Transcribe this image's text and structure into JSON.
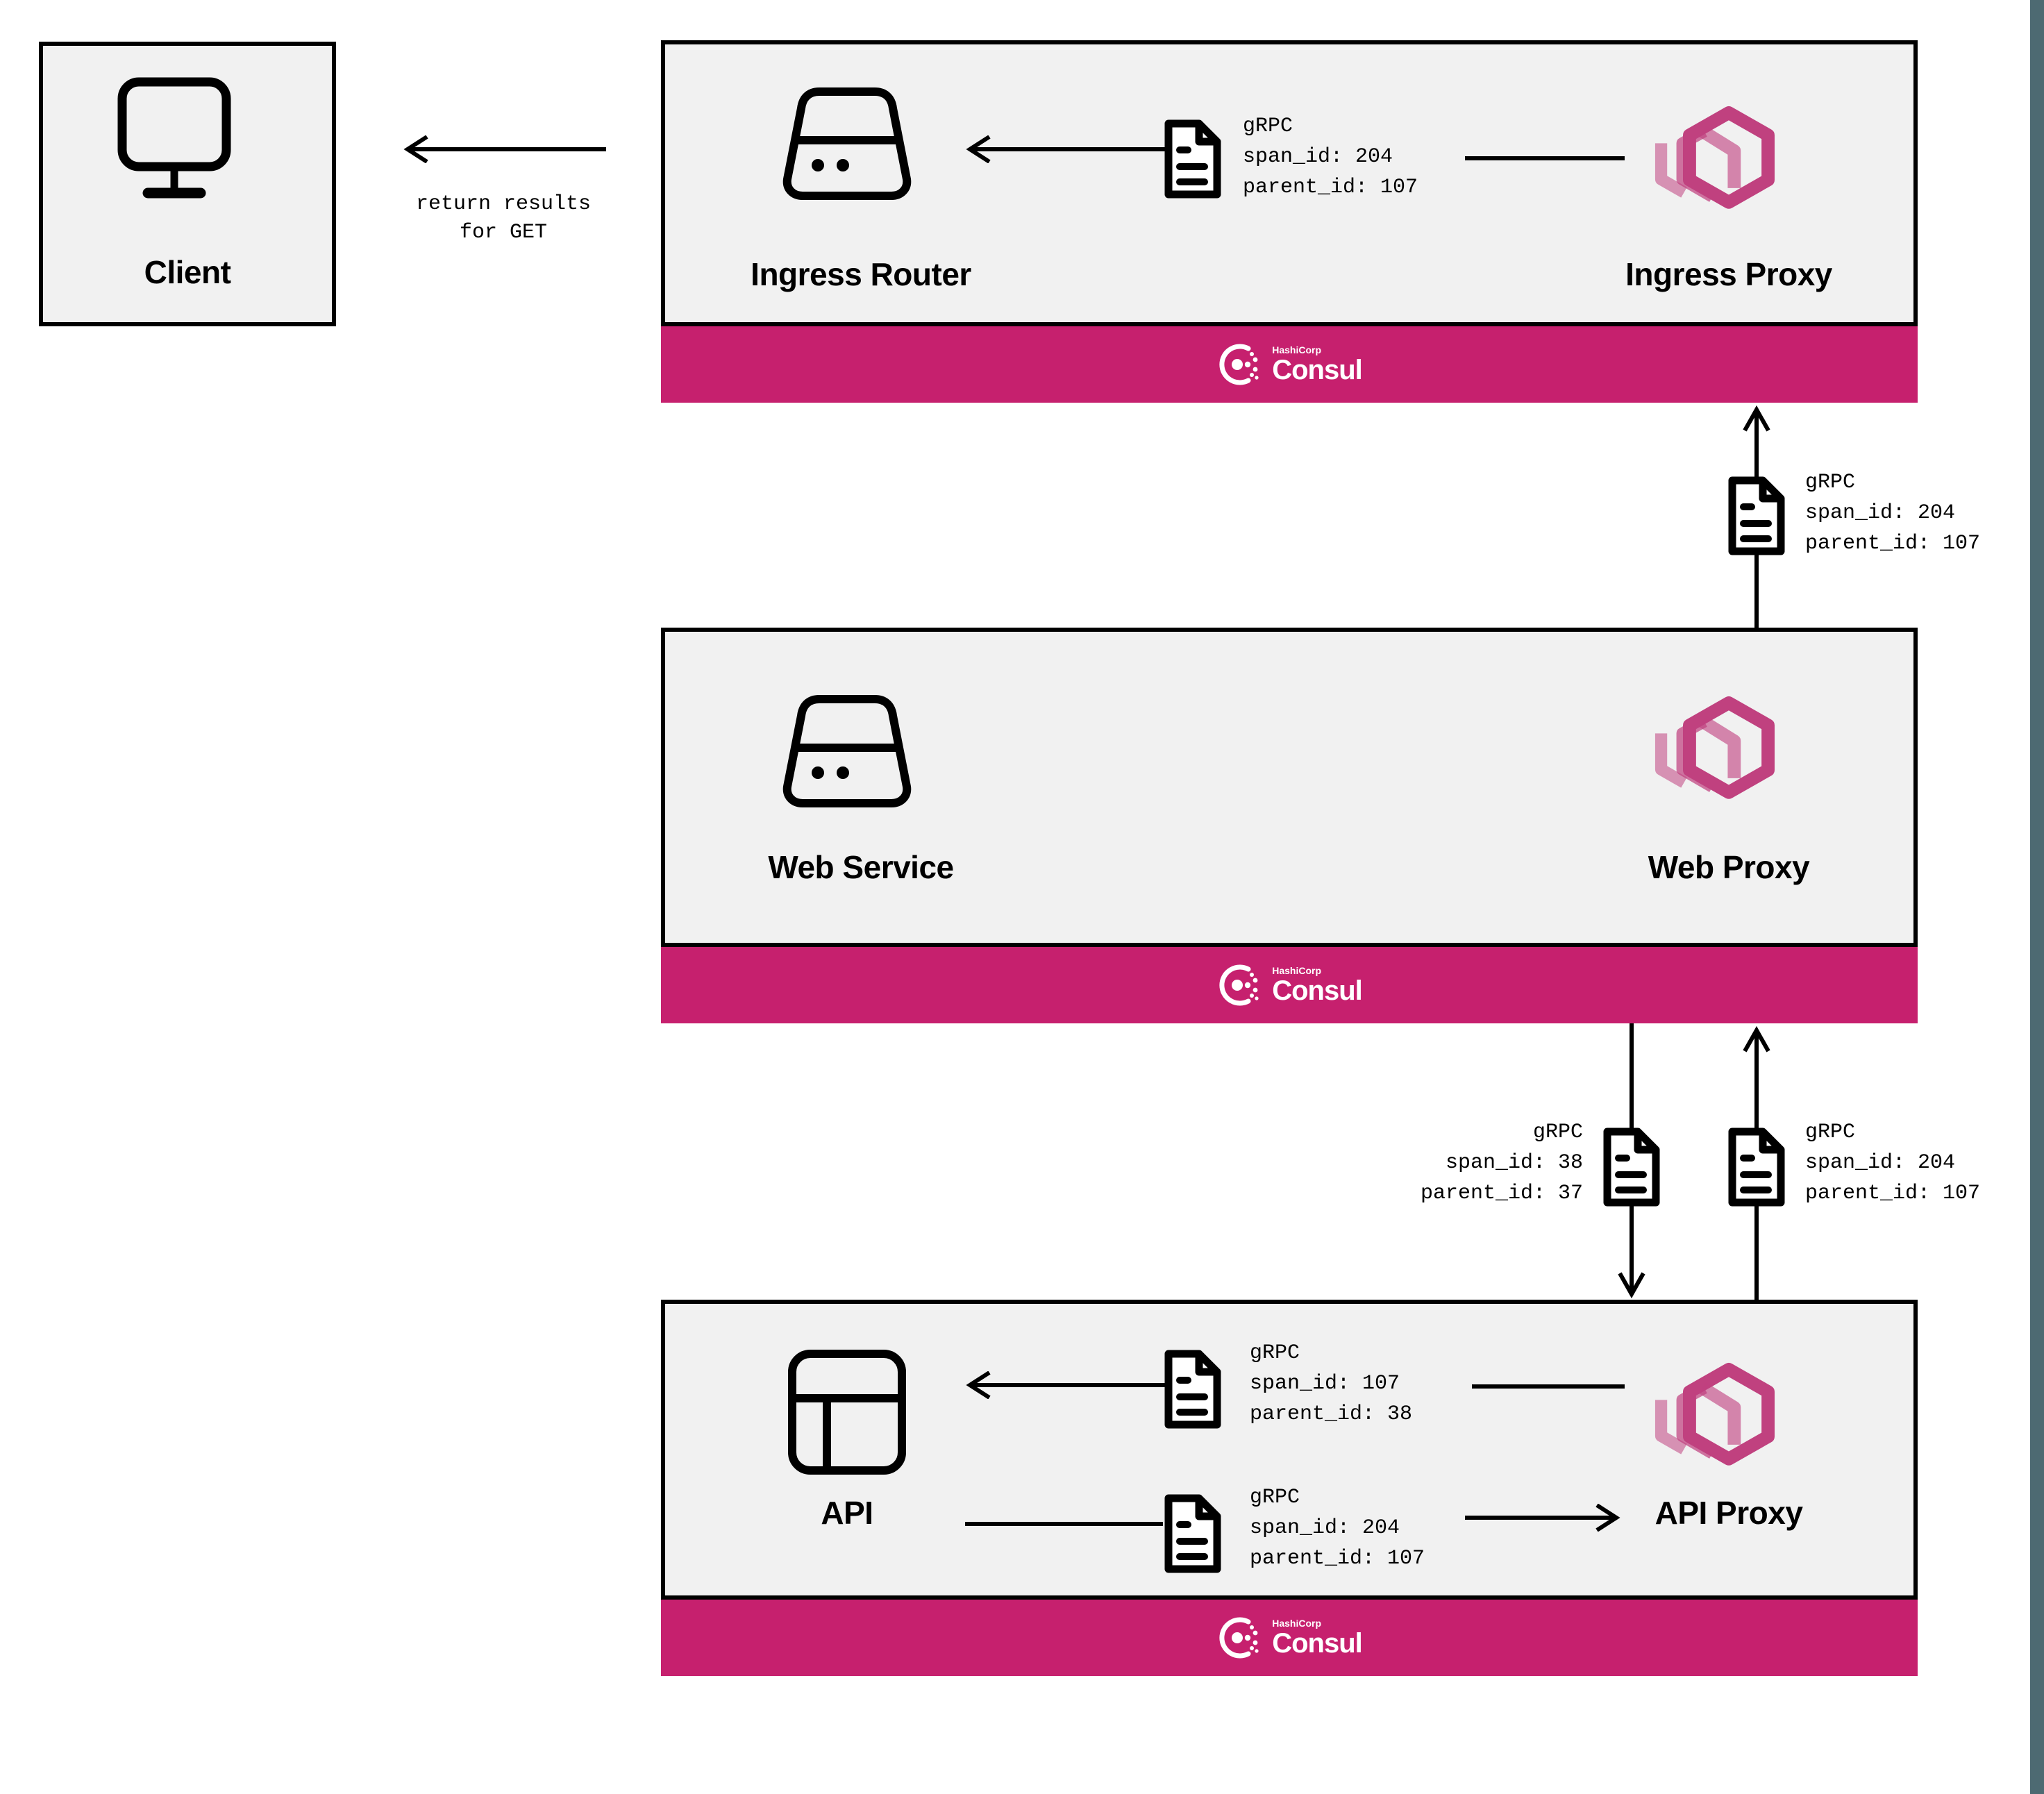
{
  "diagram": {
    "title": "Consul service mesh distributed tracing flow",
    "colors": {
      "consul_magenta": "#c6206e",
      "proxy_magenta": "#c0417f",
      "box_fill": "#f1f1f1",
      "stroke": "#000000",
      "edge_strip": "#4d6a72"
    },
    "consul_logo": {
      "vendor": "HashiCorp",
      "product": "Consul",
      "icon": "consul-logo-icon"
    }
  },
  "client": {
    "title": "Client",
    "icon": "monitor-icon"
  },
  "return_arrow": {
    "line1": "return results",
    "line2": "for GET",
    "icon": "arrow-left-icon"
  },
  "ingress": {
    "service_title": "Ingress Router",
    "service_icon": "server-icon",
    "proxy_title": "Ingress Proxy",
    "proxy_icon": "proxy-hexagons-icon",
    "trace": {
      "protocol": "gRPC",
      "span_id": "span_id: 204",
      "parent_id": "parent_id: 107",
      "icon": "document-icon",
      "arrow": "arrow-left-icon"
    }
  },
  "ingress_to_web": {
    "protocol": "gRPC",
    "span_id": "span_id: 204",
    "parent_id": "parent_id: 107",
    "icon": "document-icon",
    "arrow": "arrow-up-icon"
  },
  "web": {
    "service_title": "Web Service",
    "service_icon": "server-icon",
    "proxy_title": "Web Proxy",
    "proxy_icon": "proxy-hexagons-icon"
  },
  "web_to_api": {
    "protocol": "gRPC",
    "span_id": "span_id: 38",
    "parent_id": "parent_id: 37",
    "icon": "document-icon",
    "arrow": "arrow-down-icon"
  },
  "api_to_web": {
    "protocol": "gRPC",
    "span_id": "span_id: 204",
    "parent_id": "parent_id: 107",
    "icon": "document-icon",
    "arrow": "arrow-up-icon"
  },
  "api": {
    "service_title": "API",
    "service_icon": "api-panel-icon",
    "proxy_title": "API Proxy",
    "proxy_icon": "proxy-hexagons-icon",
    "trace_in": {
      "protocol": "gRPC",
      "span_id": "span_id: 107",
      "parent_id": "parent_id: 38",
      "icon": "document-icon",
      "arrow": "arrow-left-icon"
    },
    "trace_out": {
      "protocol": "gRPC",
      "span_id": "span_id: 204",
      "parent_id": "parent_id: 107",
      "icon": "document-icon",
      "arrow": "arrow-right-icon"
    }
  }
}
